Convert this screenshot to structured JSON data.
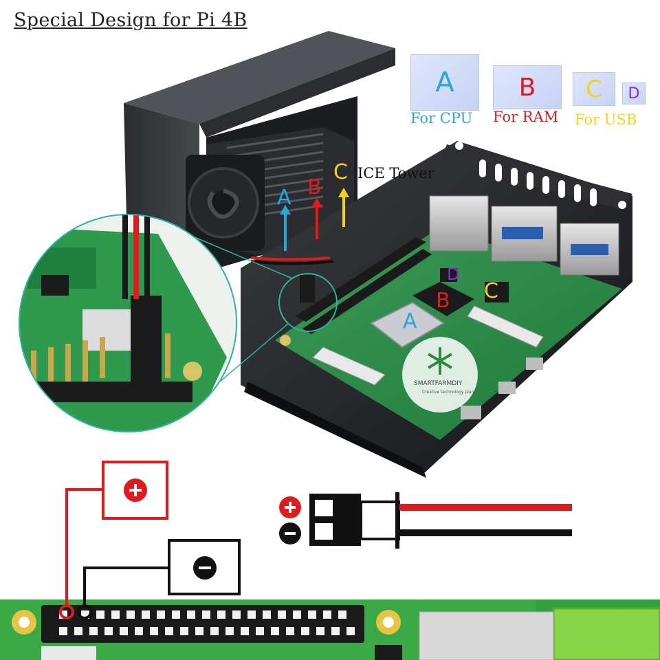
{
  "title": "Special Design for Pi 4B",
  "pads": [
    {
      "letter": "A",
      "caption": "For CPU",
      "letter_color": "#2aa6d8",
      "caption_color": "#2aa6d8"
    },
    {
      "letter": "B",
      "caption": "For RAM",
      "letter_color": "#e01b1b",
      "caption_color": "#e01b1b"
    },
    {
      "letter": "C",
      "caption": "For USB",
      "letter_color": "#f2d21b",
      "caption_color": "#f2d21b"
    },
    {
      "letter": "D",
      "caption": "",
      "letter_color": "#8a2be2"
    }
  ],
  "tower": {
    "label": "ICE Tower",
    "arrows": [
      {
        "letter": "A",
        "color": "#2aa6d8"
      },
      {
        "letter": "B",
        "color": "#e01b1b"
      },
      {
        "letter": "C",
        "color": "#f2d21b"
      }
    ]
  },
  "board_labels": {
    "a": "A",
    "b": "B",
    "c": "C",
    "d": "D"
  },
  "watermark": {
    "brand": "SMARTFARMDIY",
    "tagline": "Creative technology plans"
  },
  "wiring": {
    "positive_symbol": "+",
    "negative_symbol": "−",
    "positive_color": "#e01b1b",
    "negative_color": "#111111"
  }
}
